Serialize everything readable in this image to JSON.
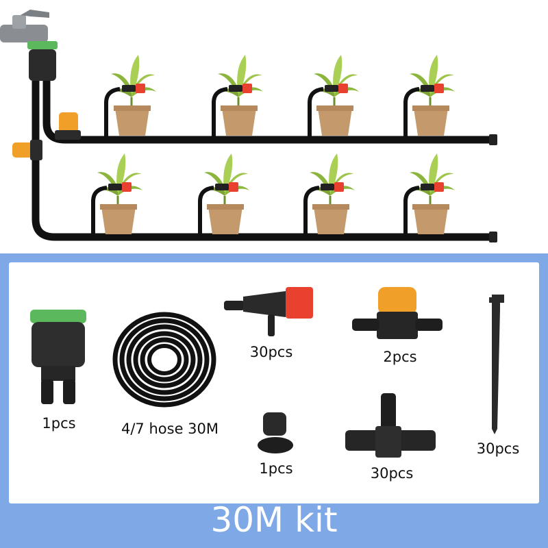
{
  "kit": {
    "title": "30M kit",
    "items": [
      {
        "name": "tap connector",
        "qty": "1pcs",
        "icon": "tap-adapter-icon"
      },
      {
        "name": "hose",
        "qty": "4/7 hose 30M",
        "icon": "hose-coil-icon"
      },
      {
        "name": "dripper",
        "qty": "30pcs",
        "icon": "red-dripper-icon"
      },
      {
        "name": "end plug",
        "qty": "1pcs",
        "icon": "end-plug-icon"
      },
      {
        "name": "valve",
        "qty": "2pcs",
        "icon": "orange-valve-icon"
      },
      {
        "name": "tee",
        "qty": "30pcs",
        "icon": "tee-connector-icon"
      },
      {
        "name": "stake",
        "qty": "30pcs",
        "icon": "ground-stake-icon"
      }
    ]
  },
  "colors": {
    "panel": "#7fa8e6",
    "pot": "#c49a6c",
    "dripper": "#e8412f",
    "valve": "#f0a028",
    "connector_ring": "#5cb85c",
    "hose": "#111111"
  }
}
